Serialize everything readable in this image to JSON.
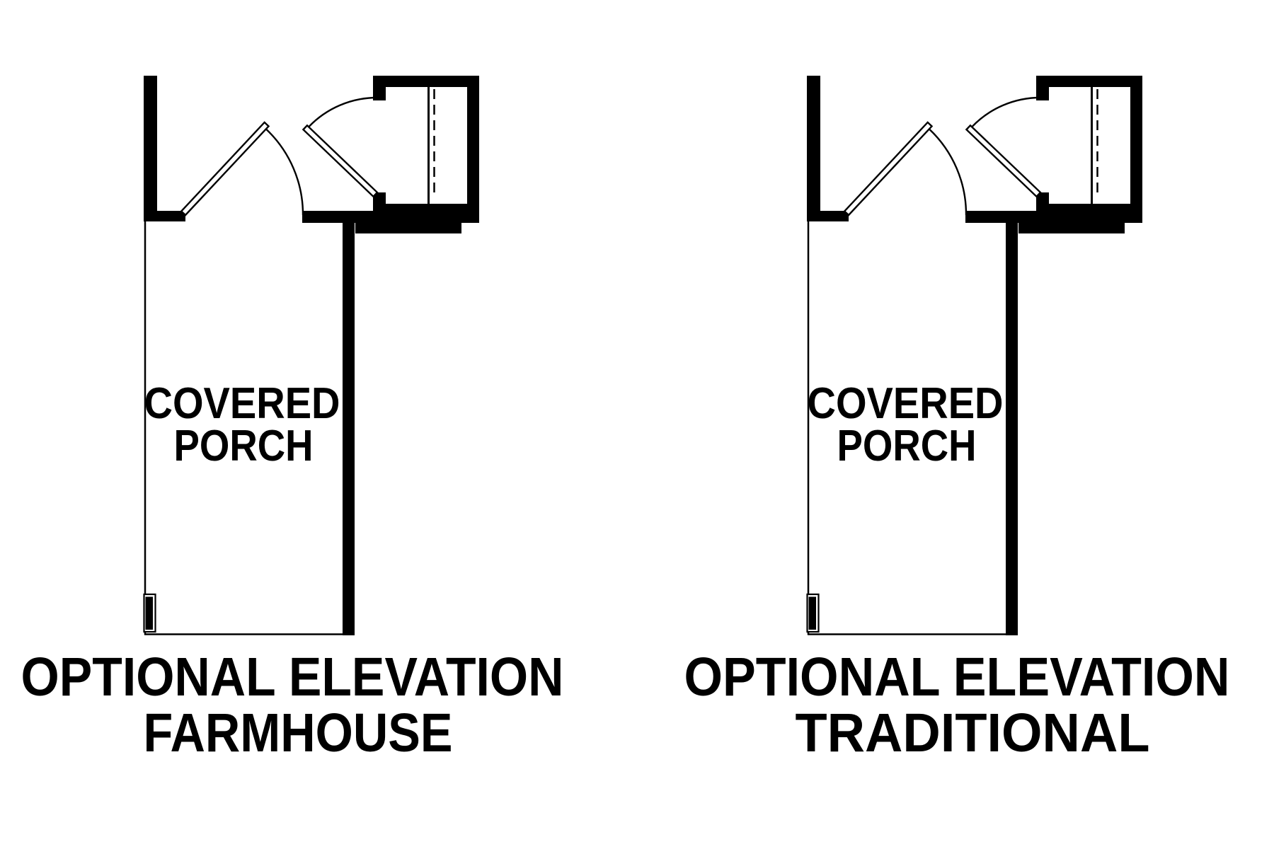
{
  "page": {
    "background_color": "#ffffff",
    "line_color": "#000000",
    "description_labels": {
      "room_type": "COVERED PORCH"
    }
  },
  "plans": [
    {
      "id": "farmhouse",
      "porch_label": {
        "line1": "COVERED",
        "line2": "PORCH"
      },
      "title": {
        "line1": "OPTIONAL ELEVATION",
        "line2": "FARMHOUSE"
      }
    },
    {
      "id": "traditional",
      "porch_label": {
        "line1": "COVERED",
        "line2": "PORCH"
      },
      "title": {
        "line1": "OPTIONAL ELEVATION",
        "line2": "TRADITIONAL"
      }
    }
  ]
}
